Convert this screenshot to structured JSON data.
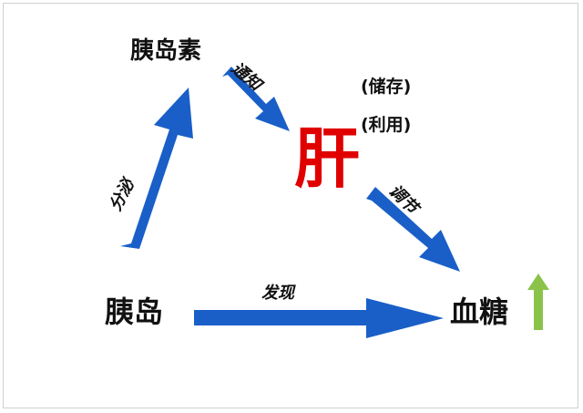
{
  "nodes": {
    "insulin": "胰岛素",
    "pancreas": "胰岛",
    "liver": "肝",
    "blood_glucose": "血糖"
  },
  "liver_notes": {
    "storage": "(储存)",
    "utilization": "(利用)"
  },
  "edges": {
    "pancreas_to_insulin": "分泌",
    "insulin_to_liver": "通知",
    "liver_to_glucose": "调节",
    "pancreas_to_glucose": "发现"
  },
  "colors": {
    "arrow": "#1a5fc8",
    "liver": "#e00000",
    "rise_indicator": "#8bc34a"
  },
  "icons": {
    "glucose_indicator": "arrow-up-icon"
  }
}
